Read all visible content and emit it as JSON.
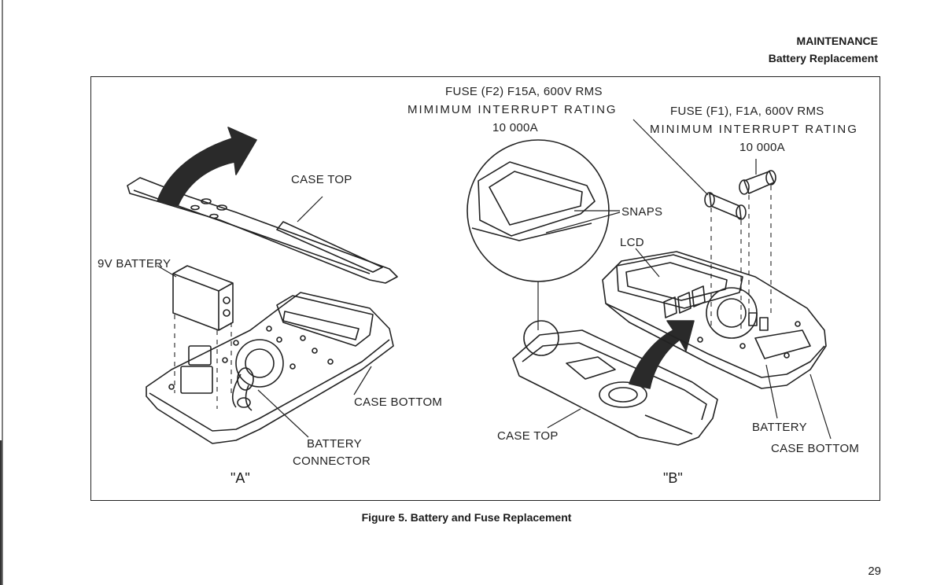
{
  "header": {
    "section": "MAINTENANCE",
    "subsection": "Battery Replacement"
  },
  "figure": {
    "panel_a": {
      "tag": "\"A\"",
      "case_top": "CASE TOP",
      "battery": "9V BATTERY",
      "case_bottom": "CASE BOTTOM",
      "battery_connector_line1": "BATTERY",
      "battery_connector_line2": "CONNECTOR"
    },
    "panel_b": {
      "tag": "\"B\"",
      "fuse_f2_line1": "FUSE (F2) F15A, 600V RMS",
      "fuse_f2_line2": "MIMIMUM  INTERRUPT  RATING",
      "fuse_f2_line3": "10 000A",
      "fuse_f1_line1": "FUSE (F1), F1A, 600V RMS",
      "fuse_f1_line2": "MINIMUM  INTERRUPT  RATING",
      "fuse_f1_line3": "10 000A",
      "snaps": "SNAPS",
      "lcd": "LCD",
      "case_top": "CASE TOP",
      "battery": "BATTERY",
      "case_bottom": "CASE BOTTOM"
    }
  },
  "caption": "Figure 5. Battery and Fuse Replacement",
  "page_number": "29",
  "colors": {
    "ink": "#1a1a1a",
    "arrow": "#2a2a2a",
    "binding": "#555555"
  }
}
